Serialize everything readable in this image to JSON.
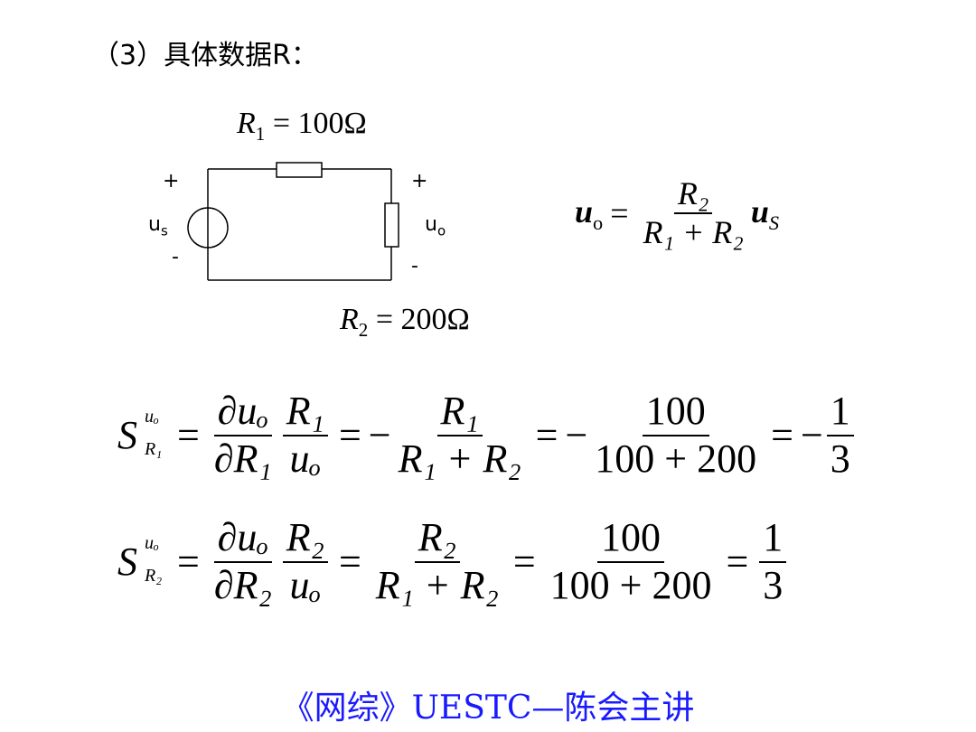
{
  "heading": "（3）具体数据R：",
  "circuit": {
    "r1_label": "R",
    "r1_sub": "1",
    "r1_value": "= 100Ω",
    "r2_label": "R",
    "r2_sub": "2",
    "r2_value": "= 200Ω",
    "source_plus": "+",
    "source_minus": "-",
    "source_label": "u",
    "source_sub": "s",
    "out_plus": "+",
    "out_minus": "-",
    "out_label": "u",
    "out_sub": "o"
  },
  "transfer": {
    "lhs": "u",
    "lhs_sub": "o",
    "eq": "=",
    "num": "R₂",
    "den": "R₁ + R₂",
    "tail": "u",
    "tail_sub": "S"
  },
  "eq1": {
    "S": "S",
    "sup": "uₒ",
    "sub": "R₁",
    "d_num": "∂uₒ",
    "d_den": "∂R₁",
    "r_num": "R₁",
    "r_den": "uₒ",
    "f2_num": "R₁",
    "f2_den": "R₁ + R₂",
    "f3_num": "100",
    "f3_den": "100 + 200",
    "f4_num": "1",
    "f4_den": "3",
    "sign": "−"
  },
  "eq2": {
    "S": "S",
    "sup": "uₒ",
    "sub": "R₂",
    "d_num": "∂uₒ",
    "d_den": "∂R₂",
    "r_num": "R₂",
    "r_den": "uₒ",
    "f2_num": "R₂",
    "f2_den": "R₁ + R₂",
    "f3_num": "100",
    "f3_den": "100 + 200",
    "f4_num": "1",
    "f4_den": "3"
  },
  "footer": "《网综》UESTC—陈会主讲"
}
